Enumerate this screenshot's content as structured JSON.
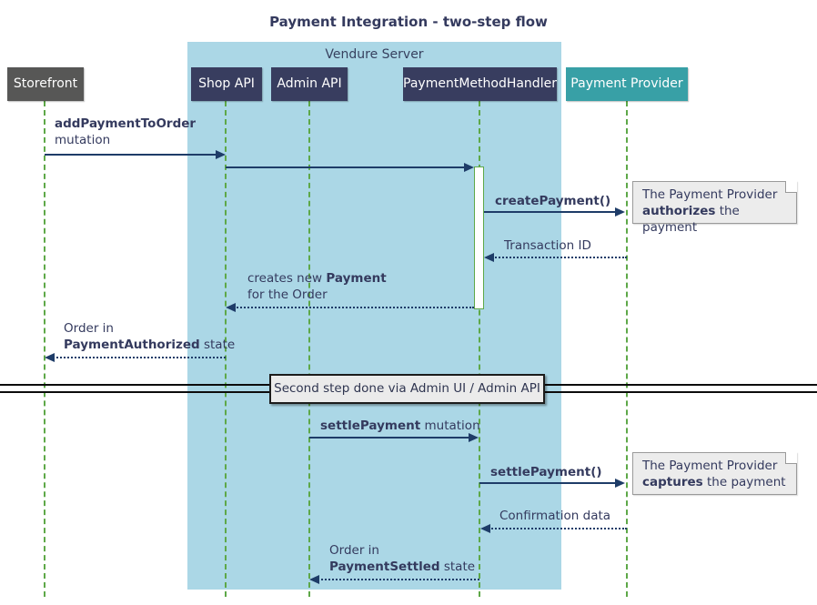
{
  "title": "Payment Integration - two-step flow",
  "frame": {
    "label": "Vendure Server"
  },
  "participants": {
    "storefront": "Storefront",
    "shop_api": "Shop API",
    "admin_api": "Admin API",
    "payment_method_handler": "PaymentMethodHandler",
    "payment_provider": "Payment Provider"
  },
  "messages": {
    "add_payment": {
      "bold": "addPaymentToOrder",
      "line2": "mutation"
    },
    "create_payment": {
      "bold": "createPayment()"
    },
    "transaction_id": {
      "text": "Transaction ID"
    },
    "creates_payment": {
      "pre": "creates new ",
      "bold": "Payment",
      "line2": "for the Order"
    },
    "order_authorized": {
      "line1": "Order in",
      "bold": "PaymentAuthorized",
      "rest": " state"
    },
    "settle_payment_mutation": {
      "bold": "settlePayment",
      "rest": " mutation"
    },
    "settle_payment_call": {
      "bold": "settlePayment()"
    },
    "confirmation_data": {
      "text": "Confirmation data"
    },
    "order_settled": {
      "line1": "Order in",
      "bold": "PaymentSettled",
      "rest": " state"
    }
  },
  "divider": {
    "label": "Second step done via Admin UI / Admin API"
  },
  "notes": {
    "authorize": {
      "line1": "The Payment Provider",
      "bold": "authorizes",
      "rest": " the payment"
    },
    "capture": {
      "line1": "The Payment Provider",
      "bold": "captures",
      "rest": " the payment"
    }
  },
  "colors": {
    "frame_bg": "#ABD7E6",
    "participant_bg": "#383D5F",
    "storefront_bg": "#575756",
    "provider_bg": "#38A0A6",
    "arrow": "#1E3C68",
    "lifeline_green": "#5EA848",
    "text_navy": "#343A5E",
    "note_bg": "#ECECEC",
    "note_border": "#9A9A9A",
    "divider_box_bg": "#EBEBEB"
  }
}
